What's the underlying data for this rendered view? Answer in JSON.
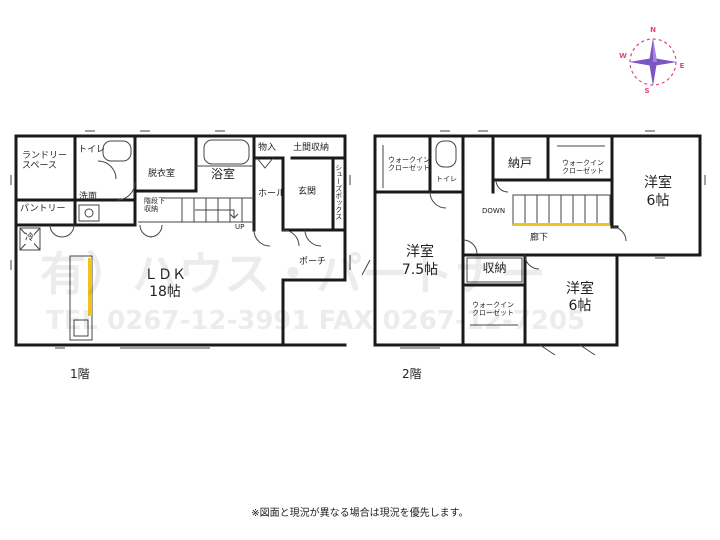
{
  "floor1": {
    "caption": "1階",
    "rooms": {
      "laundry": "ランドリー\nスペース",
      "toilet": "トイレ",
      "washroom": "洗面",
      "pantry": "パントリー",
      "fridge": "冷",
      "dressing": "脱衣室",
      "bath": "浴室",
      "stair_storage": "階段下\n収納",
      "up": "UP",
      "storage": "物入",
      "doma_storage": "土間収納",
      "hall": "ホール",
      "entrance": "玄関",
      "shoebox": "シューズボックス",
      "porch": "ポーチ",
      "ldk_name": "ＬＤＫ",
      "ldk_size": "18帖"
    }
  },
  "floor2": {
    "caption": "2階",
    "rooms": {
      "wic_left": "ウォークイン\nクローゼット",
      "toilet": "トイレ",
      "nando": "納戸",
      "wic_right": "ウォークイン\nクローゼット",
      "western_ne_name": "洋室",
      "western_ne_size": "6帖",
      "down": "DOWN",
      "corridor": "廊下",
      "western_w_name": "洋室",
      "western_w_size": "7.5帖",
      "storage": "収納",
      "western_se_name": "洋室",
      "western_se_size": "6帖",
      "wic_bottom": "ウォークイン\nクローゼット"
    }
  },
  "compass": {
    "n": "N",
    "e": "E",
    "s": "S",
    "w": "W",
    "color_needle": "#7b57c4",
    "color_ring": "#e0457b"
  },
  "watermark": {
    "line1": "有）ハウス・パートナー",
    "line2": "TEL 0267-12-3991  FAX 0267-12-7205"
  },
  "note": "※図面と現況が異なる場合は現況を優先します。",
  "colors": {
    "wall": "#1a1a1a",
    "counter_accent": "#f0c41a"
  }
}
